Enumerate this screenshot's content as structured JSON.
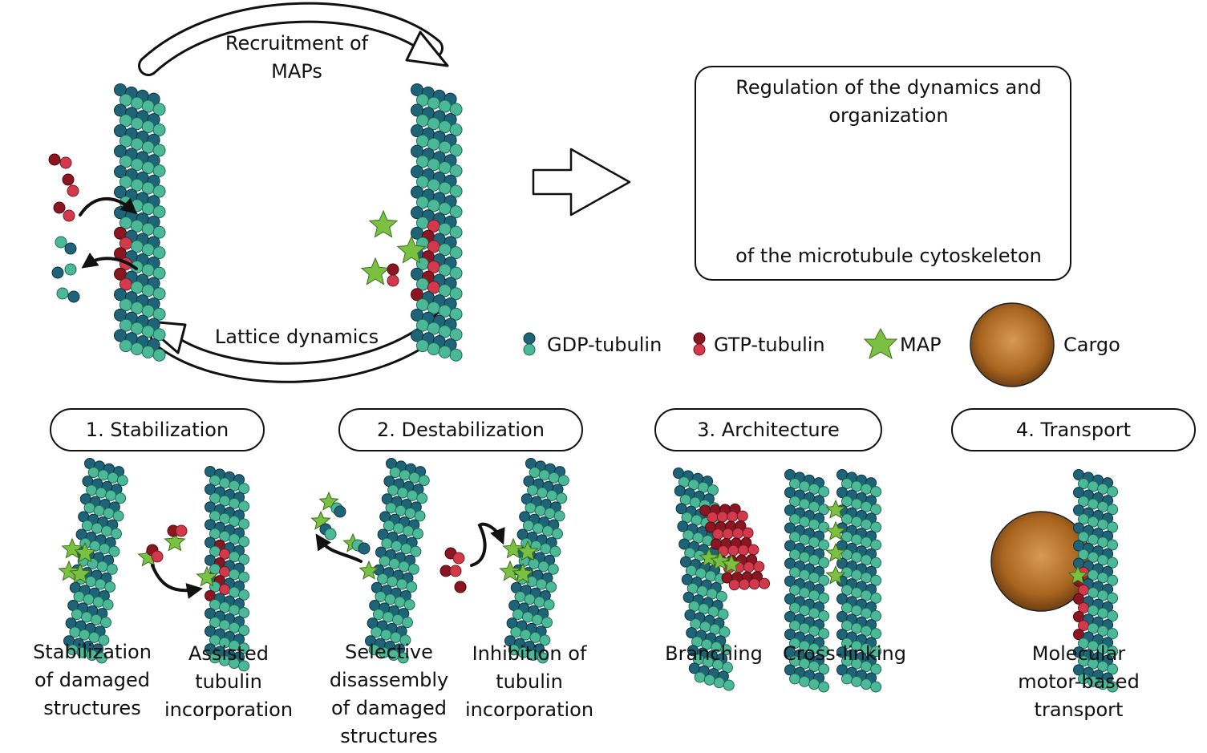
{
  "cycle": {
    "top_label": "Recruitment of\nMAPs",
    "bottom_label": "Lattice dynamics"
  },
  "regulation_box": {
    "title": "Regulation of the dynamics and\norganization",
    "footer": "of the microtubule cytoskeleton"
  },
  "legend": {
    "gdp": "GDP-tubulin",
    "gtp": "GTP-tubulin",
    "map": "MAP",
    "cargo": "Cargo"
  },
  "functions": [
    {
      "label": "1. Stabilization",
      "captions": [
        "Stabilization\nof damaged\nstructures",
        "Assisted\ntubulin\nincorporation"
      ]
    },
    {
      "label": "2. Destabilization",
      "captions": [
        "Selective\ndisassembly\nof damaged\nstructures",
        "Inhibition of\ntubulin\nincorporation"
      ]
    },
    {
      "label": "3. Architecture",
      "captions": [
        "Branching",
        "Cross-linking"
      ]
    },
    {
      "label": "4. Transport",
      "captions": [
        "Molecular\nmotor-based\ntransport"
      ]
    }
  ],
  "colors": {
    "gdp_dark": "#1e6478",
    "gdp_light": "#4bb897",
    "gtp_dark": "#8b1520",
    "gtp_light": "#d23a4c",
    "map": "#7ac142",
    "cargo": "#b5702a",
    "cell_fill": "#efe3cc",
    "cell_lines": "#2f6f80",
    "nucleus": "#bdbdbd"
  }
}
